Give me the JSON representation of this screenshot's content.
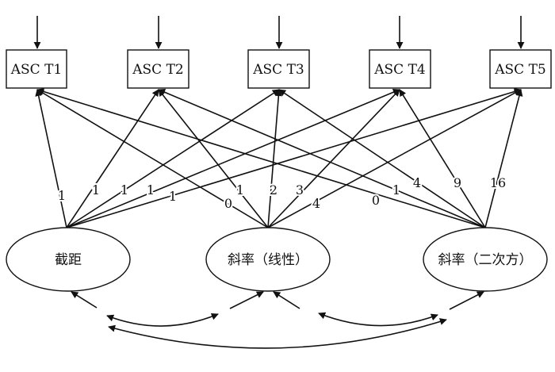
{
  "indicators": [
    "ASC T1",
    "ASC T2",
    "ASC T3",
    "ASC T4",
    "ASC T5"
  ],
  "factors": [
    "截距",
    "斜率（线性）",
    "斜率（二次方）"
  ],
  "loadings": {
    "intercept": [
      "1",
      "1",
      "1",
      "1",
      "1"
    ],
    "linear": [
      "0",
      "1",
      "2",
      "3",
      "4"
    ],
    "quadratic": [
      "0",
      "1",
      "4",
      "9",
      "16"
    ]
  }
}
